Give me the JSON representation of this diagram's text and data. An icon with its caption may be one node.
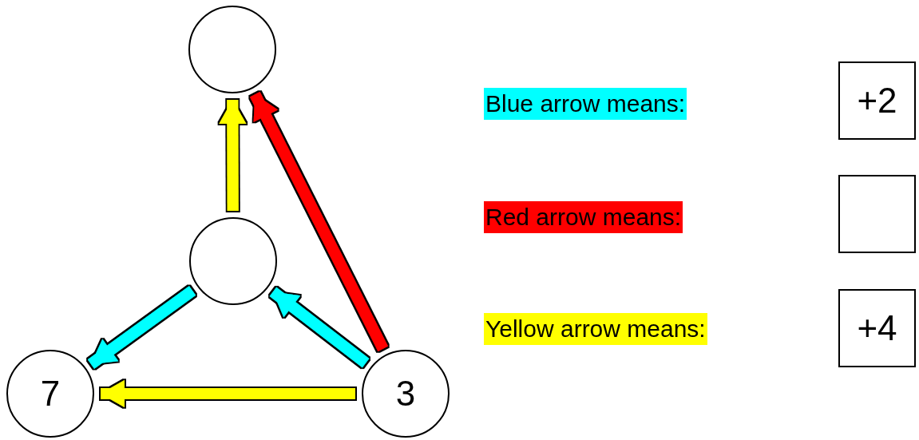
{
  "diagram": {
    "nodes": [
      {
        "text": [],
        "shape": "circle"
      },
      {
        "text": [],
        "shape": "circle"
      },
      {
        "text": [
          "7"
        ]
      },
      {
        "text": [
          "3"
        ]
      },
      {
        "text": [
          "+2"
        ]
      },
      {
        "text": [],
        "shape": "box"
      },
      {
        "text": [
          "+4"
        ]
      }
    ],
    "edges": [
      {
        "from": 1,
        "to": 0,
        "arrow": "to",
        "color": "#ffff00"
      },
      {
        "from": 3,
        "to": 0,
        "arrow": "to",
        "color": "#ff0000"
      },
      {
        "from": 1,
        "to": 2,
        "arrow": "to",
        "color": "#00ffff"
      },
      {
        "from": 3,
        "to": 1,
        "arrow": "to",
        "color": "#00ffff"
      },
      {
        "from": 3,
        "to": 2,
        "arrow": "to",
        "color": "#ffff00"
      }
    ],
    "legend": [
      {
        "text": "Blue arrow means:",
        "color": "#00ffff"
      },
      {
        "text": "Red arrow means:",
        "color": "#ff0000"
      },
      {
        "text": "Yellow arrow means:",
        "color": "#ffff00"
      }
    ]
  }
}
